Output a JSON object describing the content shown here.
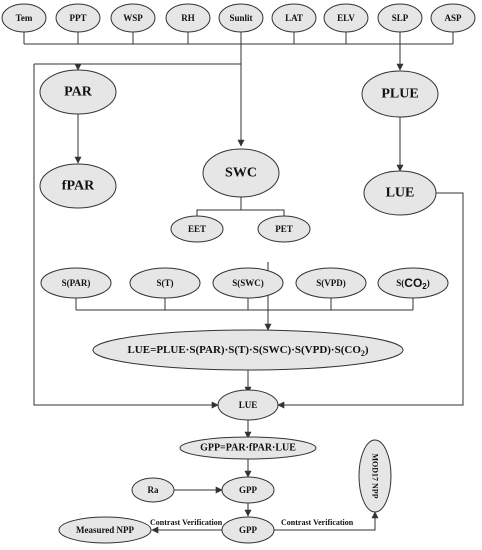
{
  "inputs": [
    "Tem",
    "PPT",
    "WSP",
    "RH",
    "Sunlit",
    "LAT",
    "ELV",
    "SLP",
    "ASP"
  ],
  "nodes": {
    "par": "PAR",
    "fpar": "fPAR",
    "swc": "SWC",
    "eet": "EET",
    "pet": "PET",
    "plue": "PLUE",
    "lue_top": "LUE",
    "s_par": "S(PAR)",
    "s_t": "S(T)",
    "s_swc": "S(SWC)",
    "s_vpd": "S(VPD)",
    "s_co2_prefix": "S(",
    "s_co2_main": "CO",
    "s_co2_sub": "2",
    "s_co2_suffix": ")",
    "lue_eq_main": "LUE=PLUE·S(PAR)·S(T)·S(SWC)·S(VPD)·S(CO",
    "lue_eq_sub": "2",
    "lue_eq_end": ")",
    "lue_mid": "LUE",
    "gpp_eq": "GPP=PAR·fPAR·LUE",
    "ra": "Ra",
    "gpp1": "GPP",
    "gpp2": "GPP",
    "measured_npp": "Measured NPP",
    "mod17_npp": "MOD17 NPP"
  },
  "edge_labels": {
    "left": "Contrast Verification",
    "right": "Contrast Verification"
  },
  "colors": {
    "node_fill": "#e6e6e6",
    "stroke": "#333333",
    "text": "#111111"
  }
}
